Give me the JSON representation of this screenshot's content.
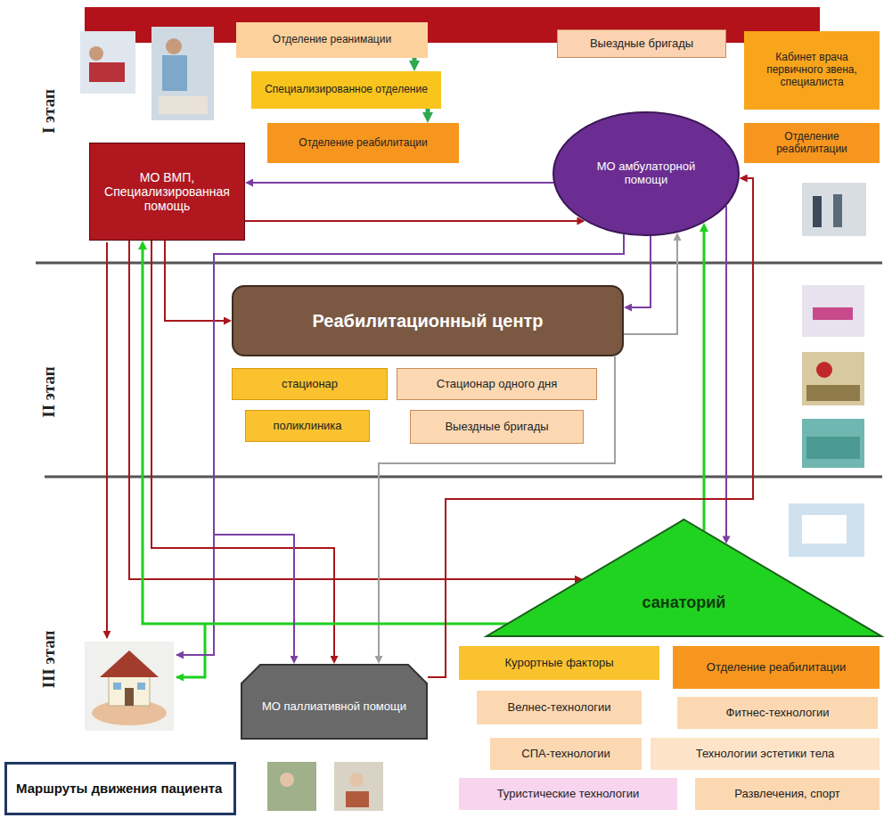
{
  "diagram": {
    "nodes": [
      {
        "text": [
          "Отделение реанимации"
        ]
      },
      {
        "text": [
          "Специализированное отделение"
        ]
      },
      {
        "text": [
          "Выездные бригады"
        ]
      },
      {
        "text": [
          "Кабинет врача первичного звена, специалиста"
        ]
      },
      {
        "text": [
          "Отделение реабилитации"
        ]
      },
      {
        "text": [
          "Отделение реабилитации"
        ]
      },
      {
        "text": [
          "МО ВМП, Специализированная помощь"
        ]
      },
      {
        "text": [
          "МО амбулаторной помощи"
        ]
      },
      {
        "text": [
          "Реабилитационный центр"
        ]
      },
      {
        "text": [
          "стационар"
        ]
      },
      {
        "text": [
          "Стационар одного дня"
        ]
      },
      {
        "text": [
          "поликлиника"
        ]
      },
      {
        "text": [
          "Выездные бригады"
        ]
      },
      {
        "text": [
          "санаторий"
        ]
      },
      {
        "text": [
          "МО паллиативной помощи"
        ]
      },
      {
        "text": [
          "Курортные факторы"
        ]
      },
      {
        "text": [
          "Отделение реабилитации"
        ]
      },
      {
        "text": [
          "Велнес-технологии"
        ]
      },
      {
        "text": [
          "Фитнес-технологии"
        ]
      },
      {
        "text": [
          "СПА-технологии"
        ]
      },
      {
        "text": [
          "Технологии эстетики тела"
        ]
      },
      {
        "text": [
          "Туристические технологии"
        ]
      },
      {
        "text": [
          "Развлечения, спорт"
        ]
      },
      {
        "text": [
          "Маршруты движения пациента"
        ]
      }
    ],
    "edges": [
      {
        "from": 0,
        "to": 1,
        "arrow": "to"
      },
      {
        "from": 1,
        "to": 4,
        "arrow": "to"
      },
      {
        "from": 6,
        "to": 8,
        "arrow": "to"
      },
      {
        "from": 6,
        "to": 7,
        "arrow": "to"
      },
      {
        "from": 7,
        "to": 6,
        "arrow": "to"
      },
      {
        "from": 7,
        "to": 8,
        "arrow": "to"
      },
      {
        "from": 6,
        "to": 13,
        "arrow": "to"
      },
      {
        "from": 6,
        "to": 14,
        "arrow": "to"
      },
      {
        "from": 7,
        "to": 13,
        "arrow": "to"
      },
      {
        "from": 8,
        "to": 7,
        "arrow": "to"
      },
      {
        "from": 8,
        "to": 14,
        "arrow": "to"
      },
      {
        "from": 13,
        "to": 6,
        "arrow": "to"
      },
      {
        "from": 13,
        "to": 7,
        "arrow": "to"
      },
      {
        "from": 14,
        "to": 7,
        "arrow": "to"
      },
      {
        "from": 7,
        "to": 14,
        "arrow": "to"
      }
    ],
    "labels": [
      "I этап",
      "II этап",
      "III этап"
    ]
  }
}
